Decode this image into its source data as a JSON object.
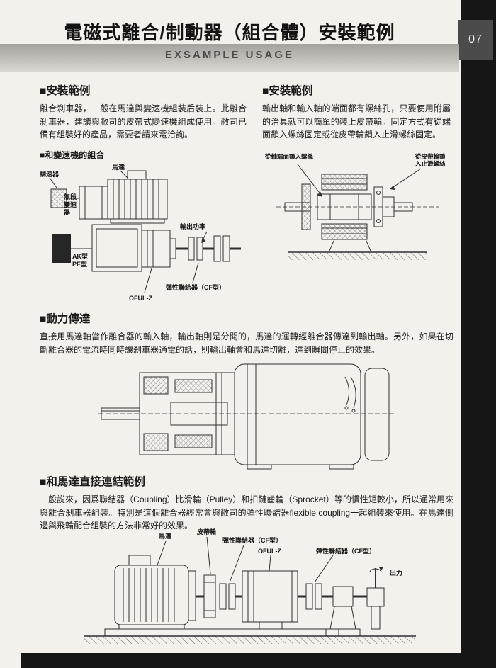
{
  "page": {
    "number": "07"
  },
  "header": {
    "title": "電磁式離合/制動器（組合體）安裝範例",
    "subtitle": "EXSAMPLE USAGE"
  },
  "install_left": {
    "heading": "■安裝範例",
    "body": "離合刹車器，一般在馬達與變速機組裝后裝上。此離合刹車器，建議與敝司的皮帶式變速機組成使用。敝司已備有組裝好的產品，需要者請來電洽詢。",
    "sub_heading": "■和變速機的組合",
    "labels": {
      "governor": "調速器",
      "motor": "馬達",
      "variator": "無段變速器",
      "ak": "AK型",
      "pe": "PE型",
      "output_power": "輸出功率",
      "oful": "OFUL-Z",
      "coupling": "彈性聯結器（CF型）"
    }
  },
  "install_right": {
    "heading": "■安裝範例",
    "body": "輸出軸和輸入軸的端面都有螺絲孔，只要使用附屬的治具就可以簡單的裝上皮帶輪。固定方式有從端面鎖入螺絲固定或從皮帶輪鎖入止滑螺絲固定。",
    "labels": {
      "end_screw": "從軸端面鎖入螺絲",
      "set_screw": "從皮帶輪鎖入止滑螺絲"
    }
  },
  "power": {
    "heading": "■動力傳達",
    "body": "直接用馬達軸當作離合器的輸入軸，輸出軸則是分開的，馬達的運轉經離合器傳達到輸出軸。另外，如果在切斷離合器的電流時同時讓刹車器通電的話，則輸出軸會和馬達切離，達到瞬間停止的效果。"
  },
  "direct": {
    "heading": "■和馬達直接連結範例",
    "body": "一般説來，因爲聯結器（Coupling）比滑輪（Pulley）和扣鏈齒輪（Sprocket）等的慣性矩較小，所以通常用來與離合刹車器組裝。特別是這個離合器經常會與敝司的彈性聯結器flexible coupling一起組裝來使用。在馬達側邊與飛輪配合組裝的方法非常好的效果。",
    "labels": {
      "motor": "馬達",
      "pulley": "皮帶輪",
      "coupling1": "彈性聯結器（CF型）",
      "oful": "OFUL-Z",
      "coupling2": "彈性聯結器（CF型）",
      "output": "出力"
    }
  }
}
